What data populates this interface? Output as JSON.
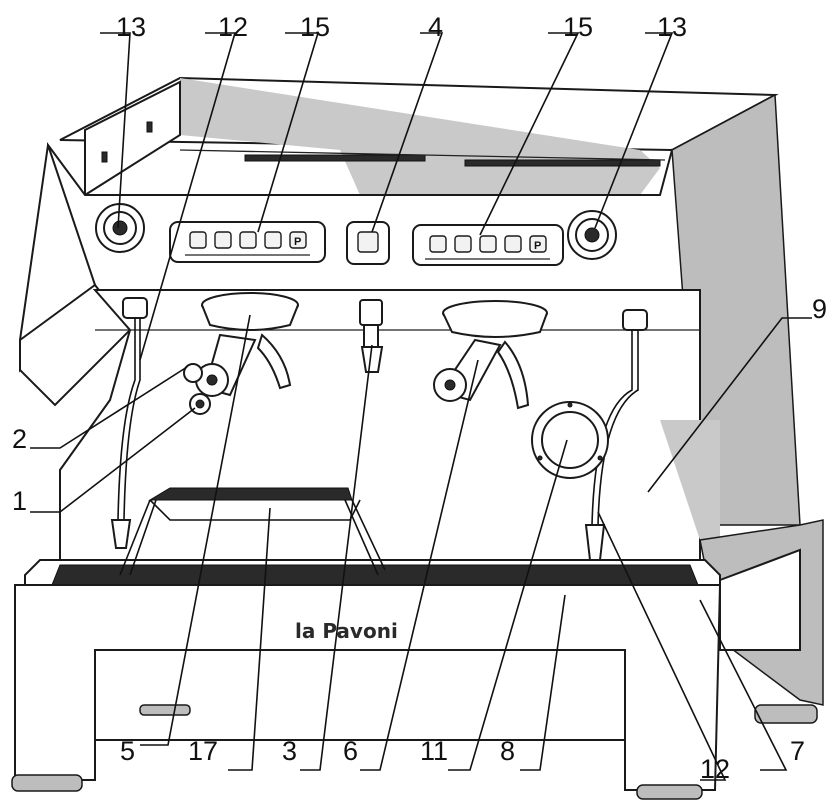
{
  "brand": "la Pavoni",
  "callouts": {
    "c13_left": "13",
    "c12_top": "12",
    "c15_left": "15",
    "c4": "4",
    "c15_right": "15",
    "c13_right": "13",
    "c9": "9",
    "c2": "2",
    "c1": "1",
    "c5": "5",
    "c17": "17",
    "c3": "3",
    "c6": "6",
    "c11": "11",
    "c8": "8",
    "c12_bottom": "12",
    "c7": "7"
  },
  "panel_buttons": [
    "",
    "",
    "",
    "",
    "P"
  ]
}
